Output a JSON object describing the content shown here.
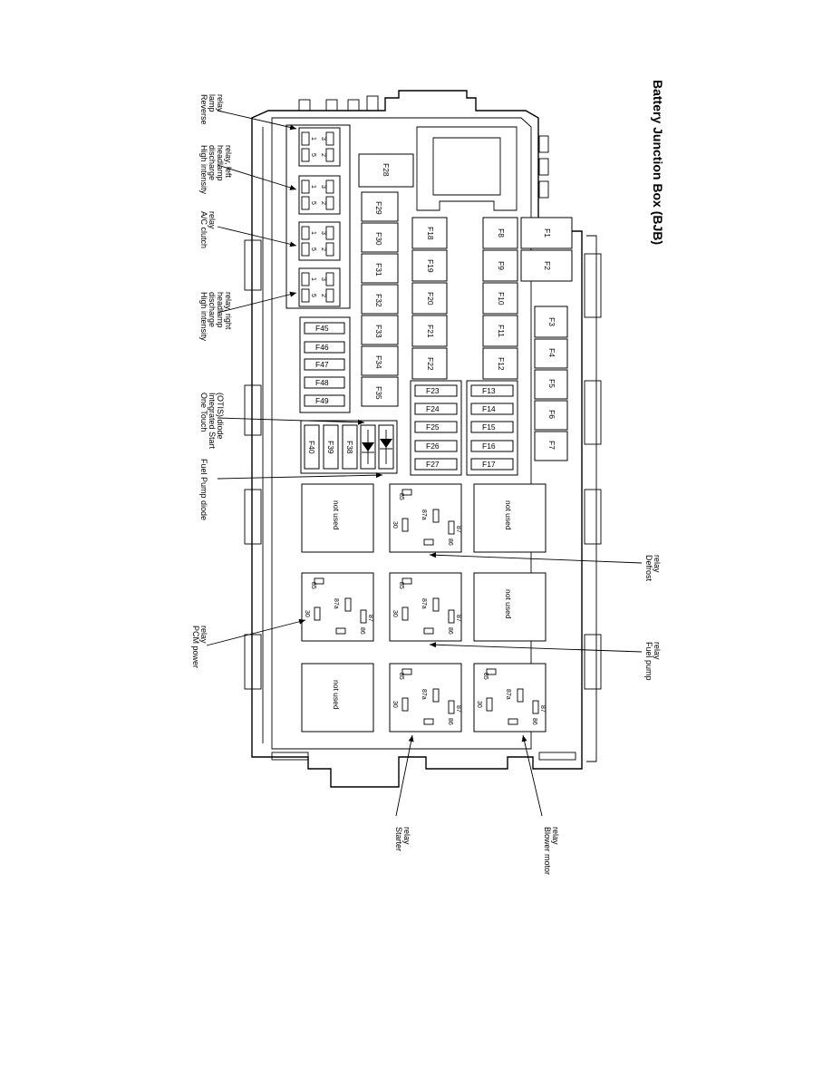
{
  "title": "Battery Junction Box (BJB)",
  "fuses_row1": [
    "F1",
    "F2"
  ],
  "fuses_row2": [
    "F3",
    "F4",
    "F5",
    "F6",
    "F7"
  ],
  "fuses_row3": [
    "F8",
    "F9",
    "F10",
    "F11",
    "F12"
  ],
  "fuses_row4": [
    "F18",
    "F19",
    "F20",
    "F21",
    "F22"
  ],
  "fuses_mini_left": [
    "F13",
    "F14",
    "F15",
    "F16",
    "F17"
  ],
  "fuses_mini_right": [
    "F23",
    "F24",
    "F25",
    "F26",
    "F27"
  ],
  "fuse_f28": "F28",
  "fuses_row5": [
    "F29",
    "F30",
    "F31",
    "F32",
    "F33",
    "F34",
    "F35"
  ],
  "fuses_mini_bottom": [
    "F45",
    "F46",
    "F47",
    "F48",
    "F49"
  ],
  "fuses_diode_block": [
    "F38",
    "F39",
    "F40"
  ],
  "not_used": "not used",
  "small_relay_pins": {
    "p1": "1",
    "p2": "2",
    "p3": "3",
    "p5": "5"
  },
  "iso_relay_pins": {
    "p85": "85",
    "p87a": "87a",
    "p87": "87",
    "p30": "30",
    "p86": "86"
  },
  "callouts": {
    "reverse_lamp_relay": "Reverse lamp relay",
    "hid_left": "High intensity discharge headlamp relay, left",
    "ac_clutch": "A/C clutch relay",
    "hid_right": "High intensity discharge headlamp relay, right",
    "otis_diode": "One Touch Integrated Start (OTIS) diode",
    "fuel_pump_diode": "Fuel Pump diode",
    "pcm_power": "PCM power relay",
    "defrost": "Defrost relay",
    "fuel_pump_relay": "Fuel pump relay",
    "starter": "Starter relay",
    "blower_motor": "Blower motor relay"
  }
}
